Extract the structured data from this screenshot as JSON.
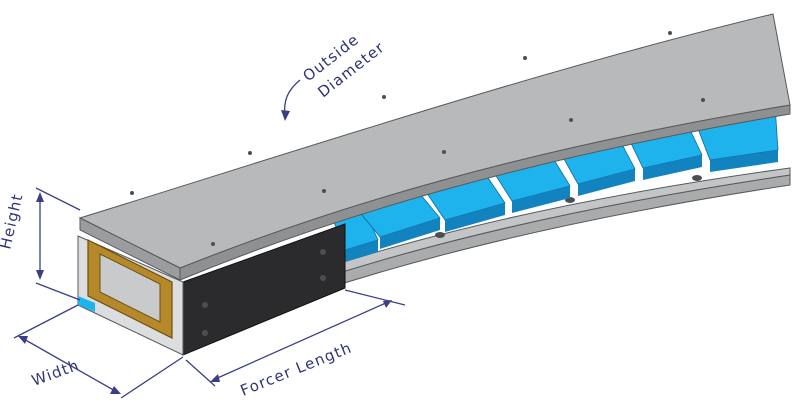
{
  "labels": {
    "outside_diameter_line1": "Outside",
    "outside_diameter_line2": "Diameter",
    "height": "Height",
    "width": "Width",
    "forcer_length": "Forcer Length"
  },
  "colors": {
    "plate_top": "#b8b9bb",
    "plate_edge": "#8e9092",
    "magnet": "#1fb3ee",
    "magnet_side": "#1283bf",
    "forcer_body": "#2b2b2d",
    "coil": "#b5892a",
    "dimension_lines": "#3a3e86"
  }
}
